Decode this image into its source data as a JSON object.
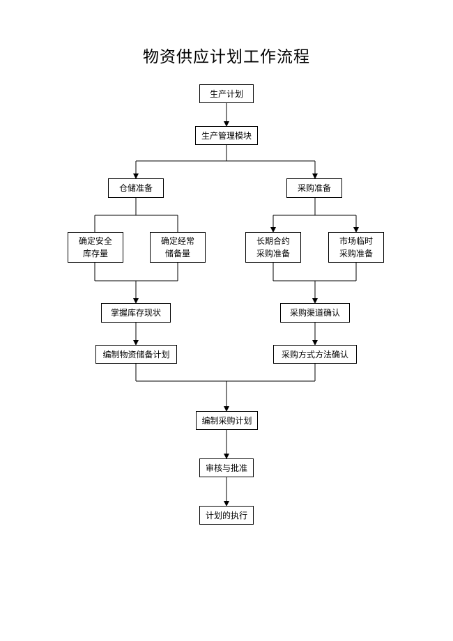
{
  "title": "物资供应计划工作流程",
  "nodes": {
    "production_plan": "生产计划",
    "production_module": "生产管理模块",
    "warehouse_prep": "仓储准备",
    "procurement_prep": "采购准备",
    "safety_stock_line1": "确定安全",
    "safety_stock_line2": "库存量",
    "regular_reserve_line1": "确定经常",
    "regular_reserve_line2": "储备量",
    "long_term_line1": "长期合约",
    "long_term_line2": "采购准备",
    "market_temp_line1": "市场临时",
    "market_temp_line2": "采购准备",
    "inventory_status": "掌握库存现状",
    "channel_confirm": "采购渠道确认",
    "reserve_plan": "编制物资储备计划",
    "method_confirm": "采购方式方法确认",
    "purchase_plan": "编制采购计划",
    "review_approve": "审核与批准",
    "execute_plan": "计划的执行"
  }
}
